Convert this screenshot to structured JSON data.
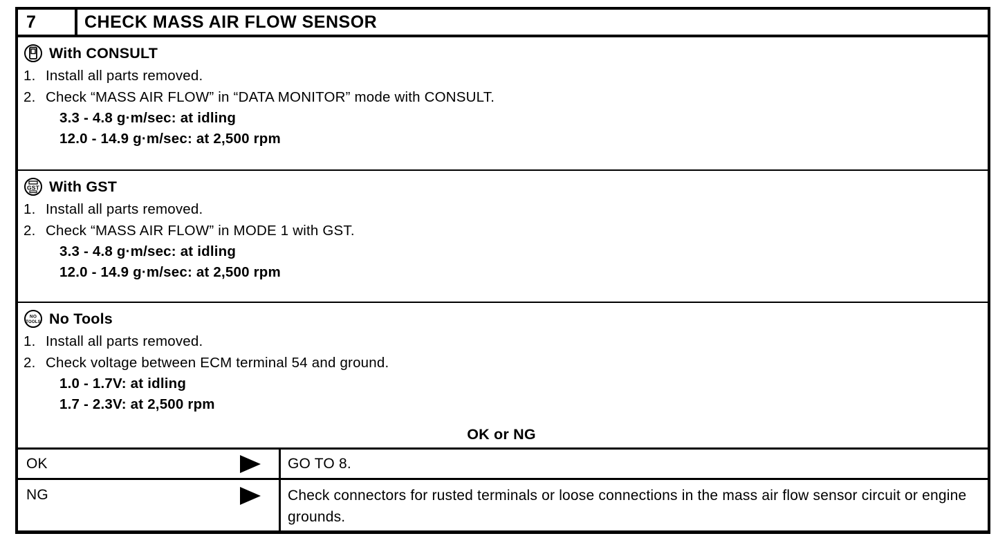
{
  "header": {
    "step_number": "7",
    "title": "CHECK MASS AIR FLOW SENSOR"
  },
  "icons": {
    "consult": "consult-handheld-tester-pictogram",
    "gst_label": "GST",
    "no_tools_line1": "NO",
    "no_tools_line2": "TOOLS"
  },
  "sections": [
    {
      "heading": "With CONSULT",
      "steps": [
        {
          "num": "1.",
          "text": "Install all parts removed."
        },
        {
          "num": "2.",
          "text": "Check “MASS AIR FLOW” in “DATA MONITOR” mode with CONSULT."
        }
      ],
      "specs": [
        "3.3 - 4.8 g·m/sec: at idling",
        "12.0 - 14.9 g·m/sec: at 2,500 rpm"
      ]
    },
    {
      "heading": "With GST",
      "steps": [
        {
          "num": "1.",
          "text": "Install all parts removed."
        },
        {
          "num": "2.",
          "text": "Check “MASS AIR FLOW” in MODE 1 with GST."
        }
      ],
      "specs": [
        "3.3 - 4.8 g·m/sec: at idling",
        "12.0 - 14.9 g·m/sec: at 2,500 rpm"
      ]
    },
    {
      "heading": "No Tools",
      "steps": [
        {
          "num": "1.",
          "text": "Install all parts removed."
        },
        {
          "num": "2.",
          "text": "Check voltage between ECM terminal 54 and ground."
        }
      ],
      "specs": [
        "1.0 - 1.7V: at idling",
        "1.7 - 2.3V: at 2,500 rpm"
      ]
    }
  ],
  "decision": {
    "label": "OK or NG"
  },
  "results": [
    {
      "label": "OK",
      "action": "GO TO 8."
    },
    {
      "label": "NG",
      "action": "Check connectors for rusted terminals or loose connections in the mass air flow sensor circuit or engine grounds."
    }
  ]
}
